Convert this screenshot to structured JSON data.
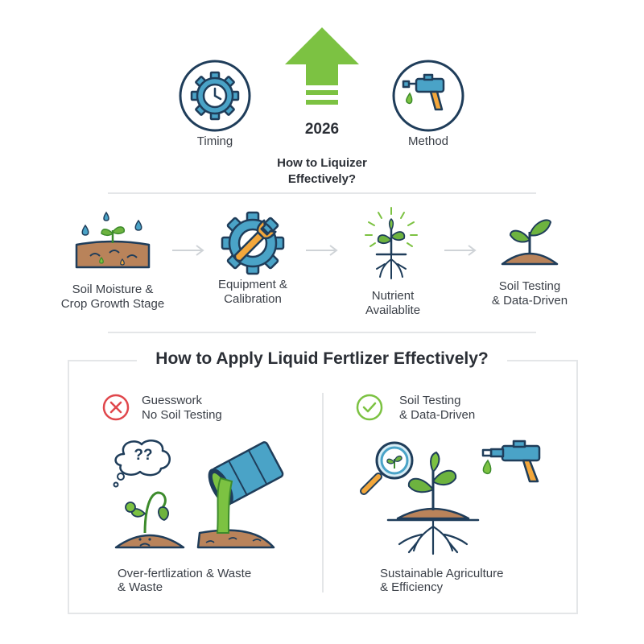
{
  "top": {
    "timing_label": "Timing",
    "year": "2026",
    "method_label": "Method",
    "title_line1": "How to Liquizer",
    "title_line2": "Effectively?"
  },
  "flow": {
    "steps": [
      {
        "line1": "Soil Moisture &",
        "line2": "Crop Growth Stage"
      },
      {
        "line1": "Equipment &",
        "line2": "Calibration"
      },
      {
        "line1": "Nutrient",
        "line2": "Availablite"
      },
      {
        "line1": "Soil Testing",
        "line2": "& Data-Driven"
      }
    ]
  },
  "comparison": {
    "title": "How to Apply Liquid Fertlizer Effectively?",
    "bad": {
      "heading_line1": "Guesswork",
      "heading_line2": "No Soil Testing",
      "thought": "??",
      "caption_line1": "Over-fertlization & Waste",
      "caption_line2": "& Waste"
    },
    "good": {
      "heading_line1": "Soil Testing",
      "heading_line2": "& Data-Driven",
      "caption_line1": "Sustainable Agriculture",
      "caption_line2": "& Efficiency"
    }
  },
  "colors": {
    "green": "#7cc242",
    "leaf": "#6db33f",
    "leaf_dark": "#3d8b2c",
    "blue": "#4aa3c7",
    "navy": "#1f3d5a",
    "soil": "#b9835a",
    "orange": "#f3a73b",
    "red": "#e0474c"
  },
  "icons": [
    "clock-gear-icon",
    "up-arrow-icon",
    "spray-gun-icon",
    "soil-moisture-icon",
    "gear-wrench-icon",
    "glowing-sprout-icon",
    "sprout-soil-icon",
    "x-circle-icon",
    "check-circle-icon",
    "thought-bubble-icon",
    "wilted-plant-icon",
    "pouring-barrel-icon",
    "magnifier-icon",
    "plant-roots-icon",
    "spray-nozzle-icon"
  ]
}
